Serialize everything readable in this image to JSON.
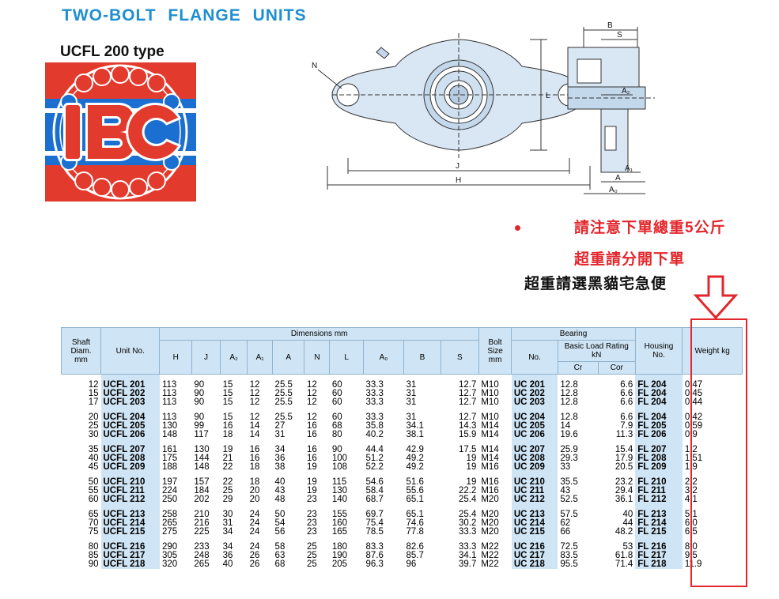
{
  "header": {
    "title": "TWO-BOLT  FLANGE  UNITS",
    "subtitle": "UCFL 200 type"
  },
  "logo": {
    "text": "IBC",
    "colors": {
      "red": "#e23b2e",
      "blue": "#1b6fd0"
    }
  },
  "drawing": {
    "labels": {
      "n": "N",
      "l": "L",
      "j": "J",
      "h": "H",
      "b": "B",
      "s": "S",
      "a2": "A₂",
      "a1": "A₁",
      "a": "A",
      "a0": "A₀"
    }
  },
  "notes": {
    "line1": "請注意下單總重5公斤",
    "line2": "超重請分開下單",
    "line3": "超重請選黑貓宅急便"
  },
  "table": {
    "headers": {
      "shaft": "Shaft Diam. mm",
      "unit_no": "Unit  No.",
      "dimensions": "Dimensions      mm",
      "h": "H",
      "j": "J",
      "a2": "A₂",
      "a1": "A₁",
      "a": "A",
      "n": "N",
      "l": "L",
      "a0": "A₀",
      "b": "B",
      "s": "S",
      "bolt": "Bolt Size mm",
      "bearing": "Bearing",
      "no": "No.",
      "load": "Basic Load Rating  kN",
      "cr": "Cr",
      "cor": "Cor",
      "housing": "Housing No.",
      "weight": "Weight kg"
    },
    "groups": [
      [
        [
          "12",
          "UCFL 201",
          "113",
          "90",
          "15",
          "12",
          "25.5",
          "12",
          "60",
          "33.3",
          "31",
          "12.7",
          "M10",
          "UC 201",
          "12.8",
          "6.6",
          "FL 204",
          "0.47"
        ],
        [
          "15",
          "UCFL 202",
          "113",
          "90",
          "15",
          "12",
          "25.5",
          "12",
          "60",
          "33.3",
          "31",
          "12.7",
          "M10",
          "UC 202",
          "12.8",
          "6.6",
          "FL 204",
          "0.45"
        ],
        [
          "17",
          "UCFL 203",
          "113",
          "90",
          "15",
          "12",
          "25.5",
          "12",
          "60",
          "33.3",
          "31",
          "12.7",
          "M10",
          "UC 203",
          "12.8",
          "6.6",
          "FL 204",
          "0.44"
        ]
      ],
      [
        [
          "20",
          "UCFL 204",
          "113",
          "90",
          "15",
          "12",
          "25.5",
          "12",
          "60",
          "33.3",
          "31",
          "12.7",
          "M10",
          "UC 204",
          "12.8",
          "6.6",
          "FL 204",
          "0.42"
        ],
        [
          "25",
          "UCFL 205",
          "130",
          "99",
          "16",
          "14",
          "27",
          "16",
          "68",
          "35.8",
          "34.1",
          "14.3",
          "M14",
          "UC 205",
          "14",
          "7.9",
          "FL 205",
          "0.59"
        ],
        [
          "30",
          "UCFL 206",
          "148",
          "117",
          "18",
          "14",
          "31",
          "16",
          "80",
          "40.2",
          "38.1",
          "15.9",
          "M14",
          "UC 206",
          "19.6",
          "11.3",
          "FL 206",
          "0.9"
        ]
      ],
      [
        [
          "35",
          "UCFL 207",
          "161",
          "130",
          "19",
          "16",
          "34",
          "16",
          "90",
          "44.4",
          "42.9",
          "17.5",
          "M14",
          "UC 207",
          "25.9",
          "15.4",
          "FL 207",
          "1.2"
        ],
        [
          "40",
          "UCFL 208",
          "175",
          "144",
          "21",
          "16",
          "36",
          "16",
          "100",
          "51.2",
          "49.2",
          "19",
          "M14",
          "UC 208",
          "29.3",
          "17.9",
          "FL 208",
          "1.51"
        ],
        [
          "45",
          "UCFL 209",
          "188",
          "148",
          "22",
          "18",
          "38",
          "19",
          "108",
          "52.2",
          "49.2",
          "19",
          "M16",
          "UC 209",
          "33",
          "20.5",
          "FL 209",
          "1.9"
        ]
      ],
      [
        [
          "50",
          "UCFL 210",
          "197",
          "157",
          "22",
          "18",
          "40",
          "19",
          "115",
          "54.6",
          "51.6",
          "19",
          "M16",
          "UC 210",
          "35.5",
          "23.2",
          "FL 210",
          "2.2"
        ],
        [
          "55",
          "UCFL 211",
          "224",
          "184",
          "25",
          "20",
          "43",
          "19",
          "130",
          "58.4",
          "55.6",
          "22.2",
          "M16",
          "UC 211",
          "43",
          "29.4",
          "FL 211",
          "3.2"
        ],
        [
          "60",
          "UCFL 212",
          "250",
          "202",
          "29",
          "20",
          "48",
          "23",
          "140",
          "68.7",
          "65.1",
          "25.4",
          "M20",
          "UC 212",
          "52.5",
          "36.1",
          "FL 212",
          "4.1"
        ]
      ],
      [
        [
          "65",
          "UCFL 213",
          "258",
          "210",
          "30",
          "24",
          "50",
          "23",
          "155",
          "69.7",
          "65.1",
          "25.4",
          "M20",
          "UC 213",
          "57.5",
          "40",
          "FL 213",
          "5.1"
        ],
        [
          "70",
          "UCFL 214",
          "265",
          "216",
          "31",
          "24",
          "54",
          "23",
          "160",
          "75.4",
          "74.6",
          "30.2",
          "M20",
          "UC 214",
          "62",
          "44",
          "FL 214",
          "6.0"
        ],
        [
          "75",
          "UCFL 215",
          "275",
          "225",
          "34",
          "24",
          "56",
          "23",
          "165",
          "78.5",
          "77.8",
          "33.3",
          "M20",
          "UC 215",
          "66",
          "48.2",
          "FL 215",
          "6.5"
        ]
      ],
      [
        [
          "80",
          "UCFL 216",
          "290",
          "233",
          "34",
          "24",
          "58",
          "25",
          "180",
          "83.3",
          "82.6",
          "33.3",
          "M22",
          "UC 216",
          "72.5",
          "53",
          "FL 216",
          "8.0"
        ],
        [
          "85",
          "UCFL 217",
          "305",
          "248",
          "36",
          "26",
          "63",
          "25",
          "190",
          "87.6",
          "85.7",
          "34.1",
          "M22",
          "UC 217",
          "83.5",
          "61.8",
          "FL 217",
          "9.5"
        ],
        [
          "90",
          "UCFL 218",
          "320",
          "265",
          "40",
          "26",
          "68",
          "25",
          "205",
          "96.3",
          "96",
          "39.7",
          "M22",
          "UC 218",
          "95.5",
          "71.4",
          "FL 218",
          "11.9"
        ]
      ]
    ]
  }
}
